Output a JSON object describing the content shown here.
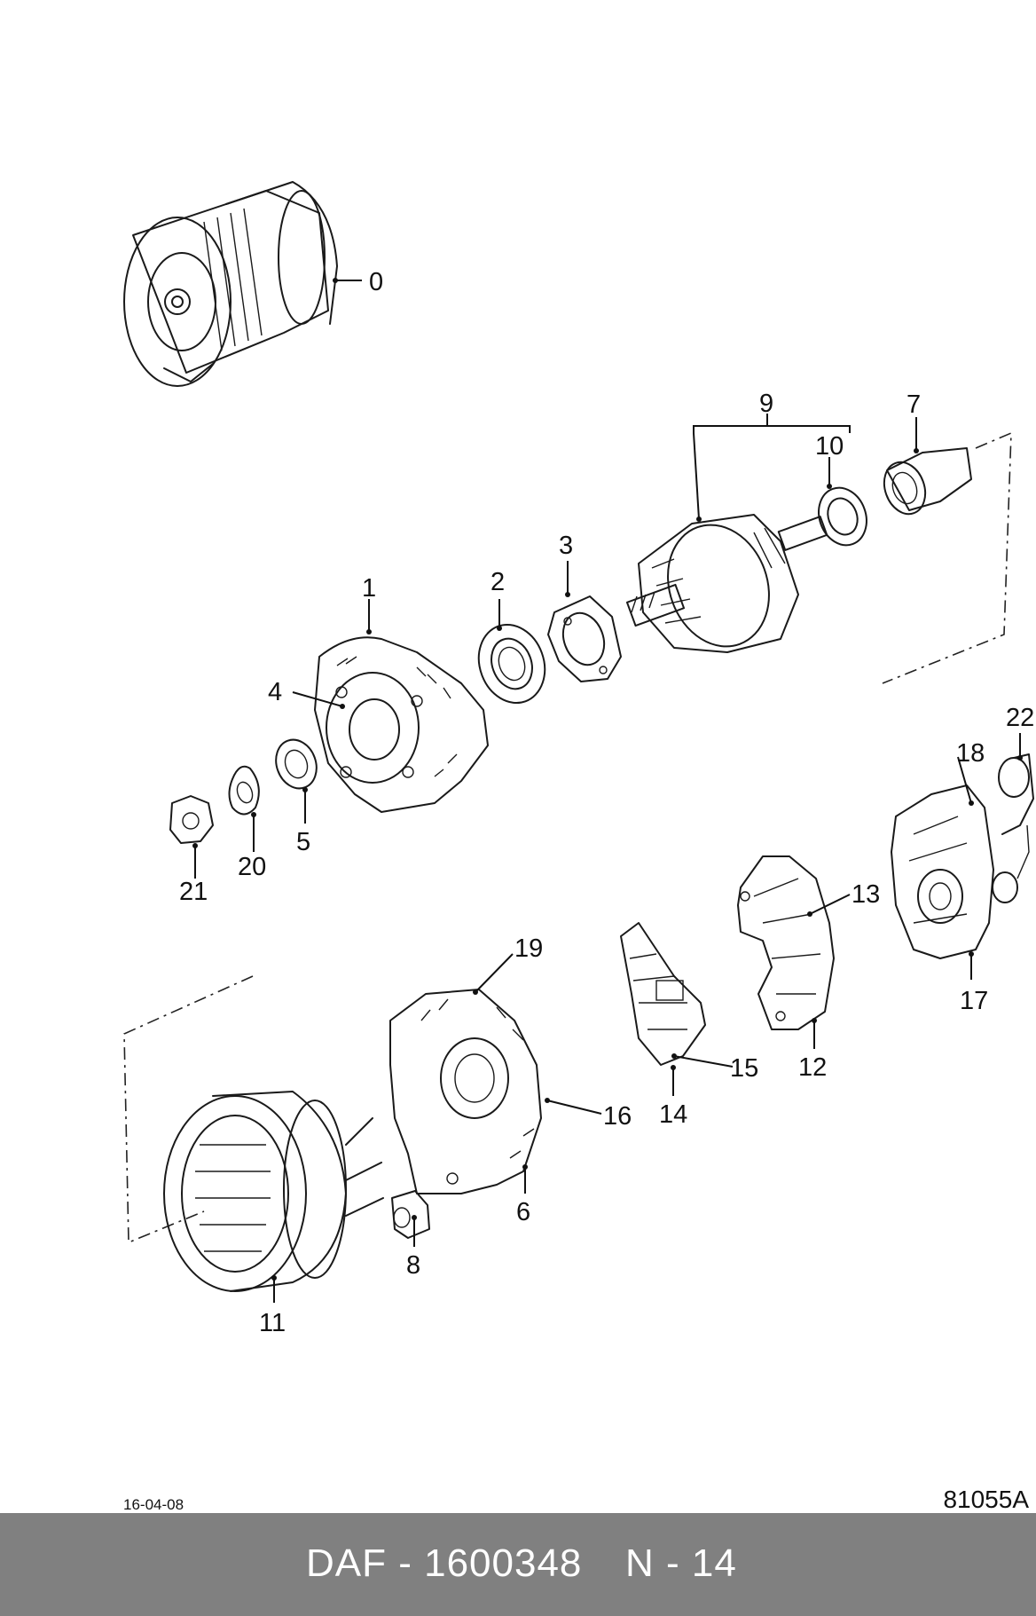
{
  "date": "16-04-08",
  "drawing_ref": "81055A",
  "footer": {
    "part": "DAF - 1600348",
    "page": "N - 14"
  },
  "callouts": {
    "c0": "0",
    "c1": "1",
    "c2": "2",
    "c3": "3",
    "c4": "4",
    "c5": "5",
    "c6": "6",
    "c7": "7",
    "c8": "8",
    "c9": "9",
    "c10": "10",
    "c11": "11",
    "c12": "12",
    "c13": "13",
    "c14": "14",
    "c15": "15",
    "c16": "16",
    "c17": "17",
    "c18": "18",
    "c19": "19",
    "c20": "20",
    "c21": "21",
    "c22": "22"
  }
}
